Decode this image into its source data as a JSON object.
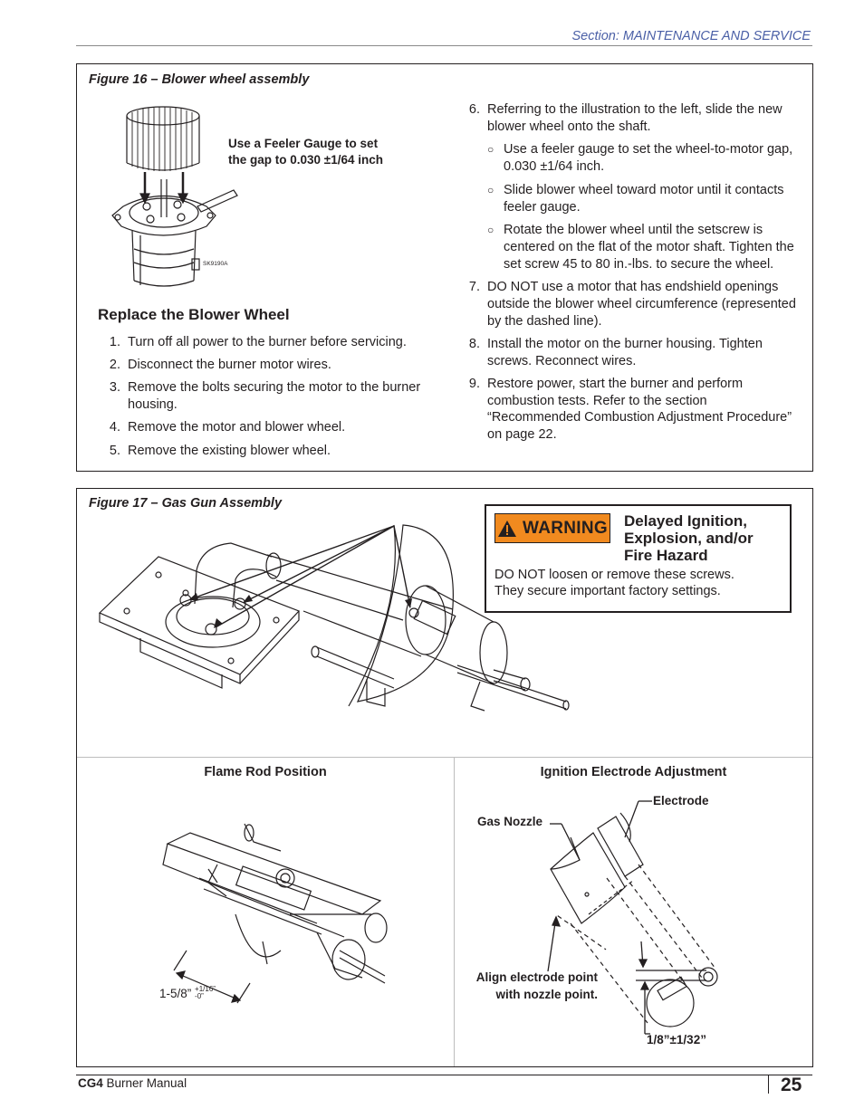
{
  "header": {
    "section": "Section: MAINTENANCE AND SERVICE"
  },
  "fig16": {
    "caption": "Figure 16 – Blower wheel assembly",
    "callout_line1": "Use a Feeler Gauge to set",
    "callout_line2": "the gap to 0.030 ±1/64 inch",
    "part_code": "SK9190A"
  },
  "replace": {
    "heading": "Replace the Blower Wheel",
    "steps": [
      {
        "num": "1.",
        "text": "Turn off all power to the burner before servicing."
      },
      {
        "num": "2.",
        "text": "Disconnect the burner motor wires."
      },
      {
        "num": "3.",
        "text": "Remove the bolts securing the motor to the burner housing."
      },
      {
        "num": "4.",
        "text": "Remove the motor and blower wheel."
      },
      {
        "num": "5.",
        "text": "Remove the existing blower wheel."
      }
    ]
  },
  "right_steps": {
    "step6": {
      "num": "6.",
      "text": "Referring to the illustration to the left, slide the new blower wheel onto the shaft."
    },
    "sub_bullet": "○",
    "sub": [
      "Use a feeler gauge to set the wheel-to-motor gap, 0.030 ±1/64 inch.",
      "Slide blower wheel toward motor until it contacts feeler gauge.",
      "Rotate the blower wheel until the setscrew is centered on the flat of the motor shaft. Tighten the set screw 45 to 80 in.-lbs. to secure the wheel."
    ],
    "step7": {
      "num": "7.",
      "text": "DO NOT use a motor that has endshield openings outside the blower wheel circumference (represented by the dashed line)."
    },
    "step8": {
      "num": "8.",
      "text": "Install the motor on the burner housing. Tighten screws. Reconnect wires."
    },
    "step9": {
      "num": "9.",
      "text": "Restore power, start the burner and perform combustion tests. Refer to the section “Recommended Combustion Adjustment Procedure” on page 22."
    }
  },
  "fig17": {
    "caption": "Figure 17 – Gas Gun Assembly",
    "warning": {
      "badge": "WARNING",
      "title1": "Delayed Ignition,",
      "title2": "Explosion, and/or",
      "title3": "Fire Hazard",
      "body1": "DO NOT loosen or remove these screws.",
      "body2": "They secure important factory settings.",
      "badge_color": "#f18a1f"
    },
    "flame_rod": {
      "title": "Flame Rod Position",
      "dim": "1-5/8”",
      "tol_plus": "+1/16”",
      "tol_minus": "-0”"
    },
    "ignition": {
      "title": "Ignition Electrode Adjustment",
      "electrode": "Electrode",
      "gas_nozzle": "Gas Nozzle",
      "align1": "Align electrode point",
      "align2": "with nozzle point.",
      "gap": "1/8”±1/32”"
    }
  },
  "footer": {
    "brand": "CG4",
    "manual": " Burner Manual",
    "page": "25"
  }
}
